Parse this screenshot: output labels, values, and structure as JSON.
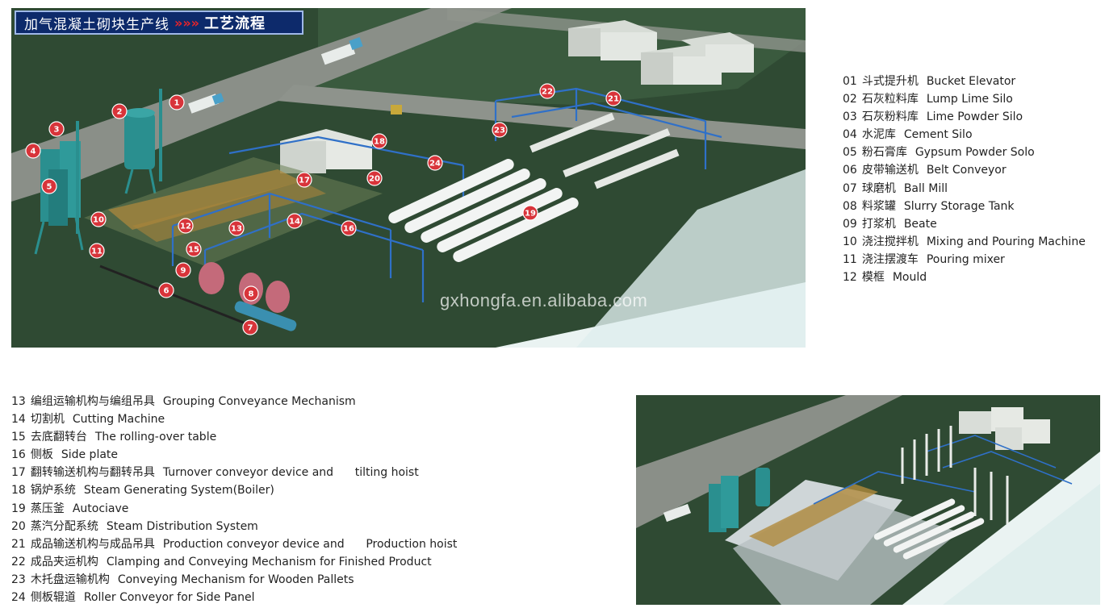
{
  "title": {
    "chinese": "加气混凝土砌块生产线",
    "arrows": "»»»",
    "process": "工艺流程"
  },
  "watermark": "gxhongfa.en.alibaba.com",
  "markers": [
    "1",
    "2",
    "3",
    "4",
    "5",
    "6",
    "7",
    "8",
    "9",
    "10",
    "11",
    "12",
    "13",
    "14",
    "15",
    "16",
    "17",
    "18",
    "19",
    "20",
    "21",
    "22",
    "23",
    "24"
  ],
  "legend_right": [
    {
      "num": "01",
      "cn": "斗式提升机",
      "en": "Bucket Elevator"
    },
    {
      "num": "02",
      "cn": "石灰粒料库",
      "en": "Lump Lime Silo"
    },
    {
      "num": "03",
      "cn": "石灰粉料库",
      "en": "Lime Powder Silo"
    },
    {
      "num": "04",
      "cn": "水泥库",
      "en": "Cement Silo"
    },
    {
      "num": "05",
      "cn": "粉石膏库",
      "en": "Gypsum Powder Solo"
    },
    {
      "num": "06",
      "cn": "皮带输送机",
      "en": "Belt Conveyor"
    },
    {
      "num": "07",
      "cn": "球磨机",
      "en": "Ball Mill"
    },
    {
      "num": "08",
      "cn": "料浆罐",
      "en": "Slurry Storage Tank"
    },
    {
      "num": "09",
      "cn": "打浆机",
      "en": "Beate"
    },
    {
      "num": "10",
      "cn": "浇注搅拌机",
      "en": "Mixing and Pouring Machine"
    },
    {
      "num": "11",
      "cn": "浇注摆渡车",
      "en": "Pouring mixer"
    },
    {
      "num": "12",
      "cn": "模框",
      "en": "Mould"
    }
  ],
  "legend_bottom": [
    {
      "num": "13",
      "cn": "编组运输机构与编组吊具",
      "en": "Grouping Conveyance Mechanism"
    },
    {
      "num": "14",
      "cn": "切割机",
      "en": "Cutting Machine"
    },
    {
      "num": "15",
      "cn": "去底翻转台",
      "en": "The rolling-over table"
    },
    {
      "num": "16",
      "cn": "侧板",
      "en": "Side plate"
    },
    {
      "num": "17",
      "cn": "翻转输送机构与翻转吊具",
      "en": "Turnover conveyor device and      tilting hoist"
    },
    {
      "num": "18",
      "cn": "锅炉系统",
      "en": "Steam Generating System(Boiler)"
    },
    {
      "num": "19",
      "cn": "蒸压釜",
      "en": "Autociave"
    },
    {
      "num": "20",
      "cn": "蒸汽分配系统",
      "en": "Steam Distribution System"
    },
    {
      "num": "21",
      "cn": "成品输送机构与成品吊具",
      "en": "Production conveyor device and      Production hoist"
    },
    {
      "num": "22",
      "cn": "成品夹运机构",
      "en": "Clamping and Conveying Mechanism for Finished Product"
    },
    {
      "num": "23",
      "cn": "木托盘运输机构",
      "en": "Conveying Mechanism for Wooden Pallets"
    },
    {
      "num": "24",
      "cn": "侧板辊道",
      "en": "Roller Conveyor for Side Panel"
    }
  ]
}
